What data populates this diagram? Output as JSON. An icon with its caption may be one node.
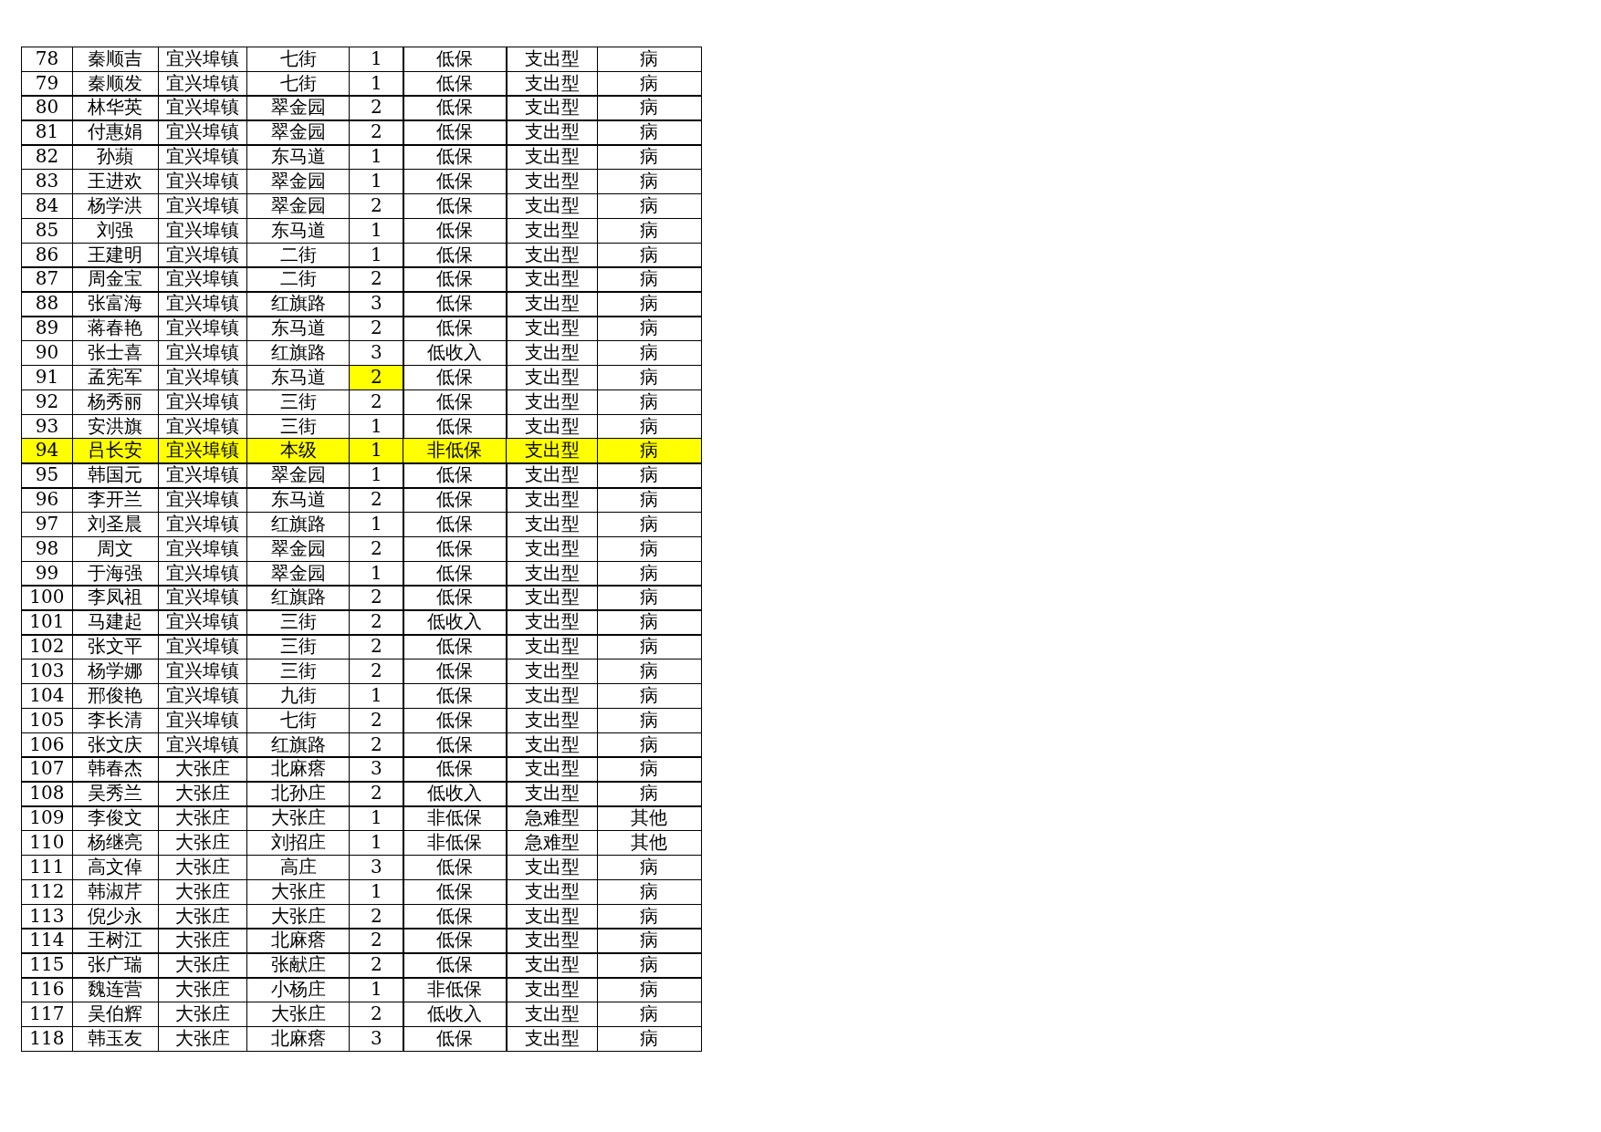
{
  "diagram": {
    "labels": [
      "78",
      "秦顺吉",
      "宜兴埠镇",
      "七街",
      "1",
      "低保",
      "支出型",
      "病",
      "79",
      "秦顺发",
      "宜兴埠镇",
      "七街",
      "1",
      "低保",
      "支出型",
      "病",
      "80",
      "林华英",
      "宜兴埠镇",
      "翠金园",
      "2",
      "低保",
      "支出型",
      "病",
      "81",
      "付惠娟",
      "宜兴埠镇",
      "翠金园",
      "2",
      "低保",
      "支出型",
      "病",
      "82",
      "孙蘋",
      "宜兴埠镇",
      "东马道",
      "1",
      "低保",
      "支出型",
      "病",
      "83",
      "王进欢",
      "宜兴埠镇",
      "翠金园",
      "1",
      "低保",
      "支出型",
      "病",
      "84",
      "杨学洪",
      "宜兴埠镇",
      "翠金园",
      "2",
      "低保",
      "支出型",
      "病",
      "85",
      "刘强",
      "宜兴埠镇",
      "东马道",
      "1",
      "低保",
      "支出型",
      "病",
      "86",
      "王建明",
      "宜兴埠镇",
      "二街",
      "1",
      "低保",
      "支出型",
      "病",
      "87",
      "周金宝",
      "宜兴埠镇",
      "二街",
      "2",
      "低保",
      "支出型",
      "病",
      "88",
      "张富海",
      "宜兴埠镇",
      "红旗路",
      "3",
      "低保",
      "支出型",
      "病",
      "89",
      "蒋春艳",
      "宜兴埠镇",
      "东马道",
      "2",
      "低保",
      "支出型",
      "病",
      "90",
      "张士喜",
      "宜兴埠镇",
      "红旗路",
      "3",
      "低收入",
      "支出型",
      "病",
      "91",
      "孟宪军",
      "宜兴埠镇",
      "东马道",
      "2",
      "低保",
      "支出型",
      "病",
      "92",
      "杨秀丽",
      "宜兴埠镇",
      "三街",
      "2",
      "低保",
      "支出型",
      "病",
      "93",
      "安洪旗",
      "宜兴埠镇",
      "三街",
      "1",
      "低保",
      "支出型",
      "病",
      "94",
      "吕长安",
      "宜兴埠镇",
      "本级",
      "1",
      "非低保",
      "支出型",
      "病",
      "95",
      "韩国元",
      "宜兴埠镇",
      "翠金园",
      "1",
      "低保",
      "支出型",
      "病",
      "96",
      "李开兰",
      "宜兴埠镇",
      "东马道",
      "2",
      "低保",
      "支出型",
      "病",
      "97",
      "刘圣晨",
      "宜兴埠镇",
      "红旗路",
      "1",
      "低保",
      "支出型",
      "病",
      "98",
      "周文",
      "宜兴埠镇",
      "翠金园",
      "2",
      "低保",
      "支出型",
      "病",
      "99",
      "于海强",
      "宜兴埠镇",
      "翠金园",
      "1",
      "低保",
      "支出型",
      "病",
      "100",
      "李凤祖",
      "宜兴埠镇",
      "红旗路",
      "2",
      "低保",
      "支出型",
      "病",
      "101",
      "马建起",
      "宜兴埠镇",
      "三街",
      "2",
      "低收入",
      "支出型",
      "病",
      "102",
      "张文平",
      "宜兴埠镇",
      "三街",
      "2",
      "低保",
      "支出型",
      "病",
      "103",
      "杨学娜",
      "宜兴埠镇",
      "三街",
      "2",
      "低保",
      "支出型",
      "病",
      "104",
      "邢俊艳",
      "宜兴埠镇",
      "九街",
      "1",
      "低保",
      "支出型",
      "病",
      "105",
      "李长清",
      "宜兴埠镇",
      "七街",
      "2",
      "低保",
      "支出型",
      "病",
      "106",
      "张文庆",
      "宜兴埠镇",
      "红旗路",
      "2",
      "低保",
      "支出型",
      "病",
      "107",
      "韩春杰",
      "大张庄",
      "北麻瘩",
      "3",
      "低保",
      "支出型",
      "病",
      "108",
      "吴秀兰",
      "大张庄",
      "北孙庄",
      "2",
      "低收入",
      "支出型",
      "病",
      "109",
      "李俊文",
      "大张庄",
      "大张庄",
      "1",
      "非低保",
      "急难型",
      "其他",
      "110",
      "杨继亮",
      "大张庄",
      "刘招庄",
      "1",
      "非低保",
      "急难型",
      "其他",
      "111",
      "高文倬",
      "大张庄",
      "高庄",
      "3",
      "低保",
      "支出型",
      "病",
      "112",
      "韩淑芹",
      "大张庄",
      "大张庄",
      "1",
      "低保",
      "支出型",
      "病",
      "113",
      "倪少永",
      "大张庄",
      "大张庄",
      "2",
      "低保",
      "支出型",
      "病",
      "114",
      "王树江",
      "大张庄",
      "北麻瘩",
      "2",
      "低保",
      "支出型",
      "病",
      "115",
      "张广瑞",
      "大张庄",
      "张献庄",
      "2",
      "低保",
      "支出型",
      "病",
      "116",
      "魏连营",
      "大张庄",
      "小杨庄",
      "1",
      "非低保",
      "支出型",
      "病",
      "117",
      "吴伯辉",
      "大张庄",
      "大张庄",
      "2",
      "低收入",
      "支出型",
      "病",
      "118",
      "韩玉友",
      "大张庄",
      "北麻瘩",
      "3",
      "低保",
      "支出型",
      "病"
    ]
  }
}
